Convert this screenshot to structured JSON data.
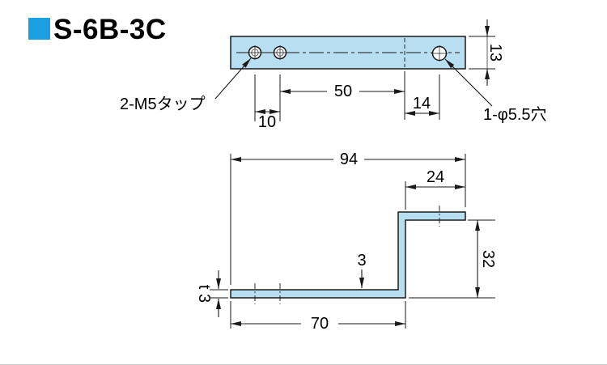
{
  "colors": {
    "accent": "#1ba1e2",
    "part_fill": "#b8def2",
    "line": "#1a1a1a"
  },
  "title": {
    "part_number": "S-6B-3C"
  },
  "top_view": {
    "tap_label": "2-M5タップ",
    "hole_label": "1-φ5.5穴",
    "dim_height": "13",
    "dim_pitch": "10",
    "dim_span": "50",
    "dim_offset": "14"
  },
  "side_view": {
    "dim_total": "94",
    "dim_top_leg": "24",
    "dim_height": "32",
    "dim_thickness": "3",
    "dim_plate": "t 3",
    "dim_bottom_leg": "70"
  }
}
